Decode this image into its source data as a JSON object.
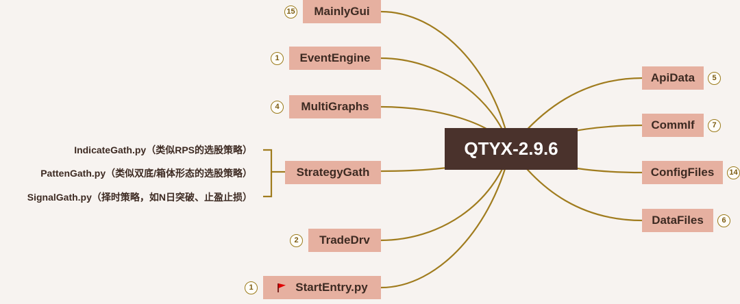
{
  "central": {
    "label": "QTYX-2.9.6"
  },
  "left_nodes": [
    {
      "label": "MainlyGui",
      "badge": "15"
    },
    {
      "label": "EventEngine",
      "badge": "1"
    },
    {
      "label": "MultiGraphs",
      "badge": "4"
    },
    {
      "label": "StrategyGath"
    },
    {
      "label": "TradeDrv",
      "badge": "2"
    },
    {
      "label": "StartEntry.py",
      "badge": "1",
      "icon": "red-flag-icon"
    }
  ],
  "right_nodes": [
    {
      "label": "ApiData",
      "badge": "5"
    },
    {
      "label": "CommIf",
      "badge": "7"
    },
    {
      "label": "ConfigFiles",
      "badge": "14"
    },
    {
      "label": "DataFiles",
      "badge": "6"
    }
  ],
  "strategy_children": [
    {
      "label": "IndicateGath.py（类似RPS的选股策略）"
    },
    {
      "label": "PattenGath.py（类似双底/箱体形态的选股策略）"
    },
    {
      "label": "SignalGath.py（择时策略，如N日突破、止盈止损）"
    }
  ],
  "colors": {
    "background": "#f7f3f0",
    "central_fill": "#4a322c",
    "node_fill": "#e6b0a0",
    "connector": "#a07c1e",
    "flag": "#e00000"
  }
}
